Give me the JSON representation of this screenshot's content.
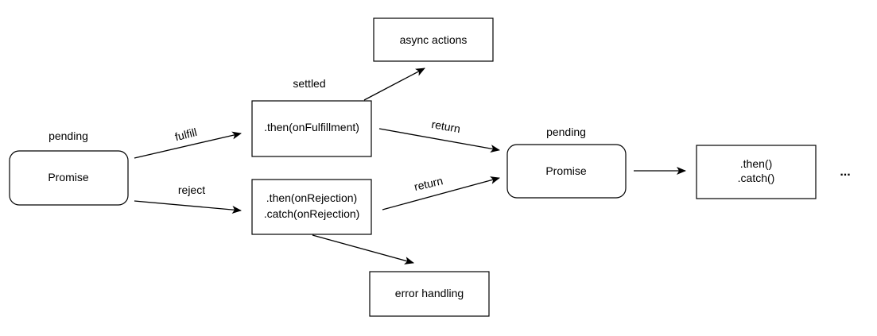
{
  "nodes": {
    "promise_initial": {
      "label": "Promise",
      "state": "pending"
    },
    "then_fulfillment": {
      "label": ".then(onFulfillment)",
      "state": "settled"
    },
    "then_rejection": {
      "line1": ".then(onRejection)",
      "line2": ".catch(onRejection)"
    },
    "async_actions": {
      "label": "async actions"
    },
    "error_handling": {
      "label": "error handling"
    },
    "promise_returned": {
      "label": "Promise",
      "state": "pending"
    },
    "chain_next": {
      "line1": ".then()",
      "line2": ".catch()"
    },
    "continuation": {
      "label": "..."
    }
  },
  "edges": {
    "fulfill": {
      "label": "fulfill"
    },
    "reject": {
      "label": "reject"
    },
    "return_fulfillment": {
      "label": "return"
    },
    "return_rejection": {
      "label": "return"
    }
  }
}
